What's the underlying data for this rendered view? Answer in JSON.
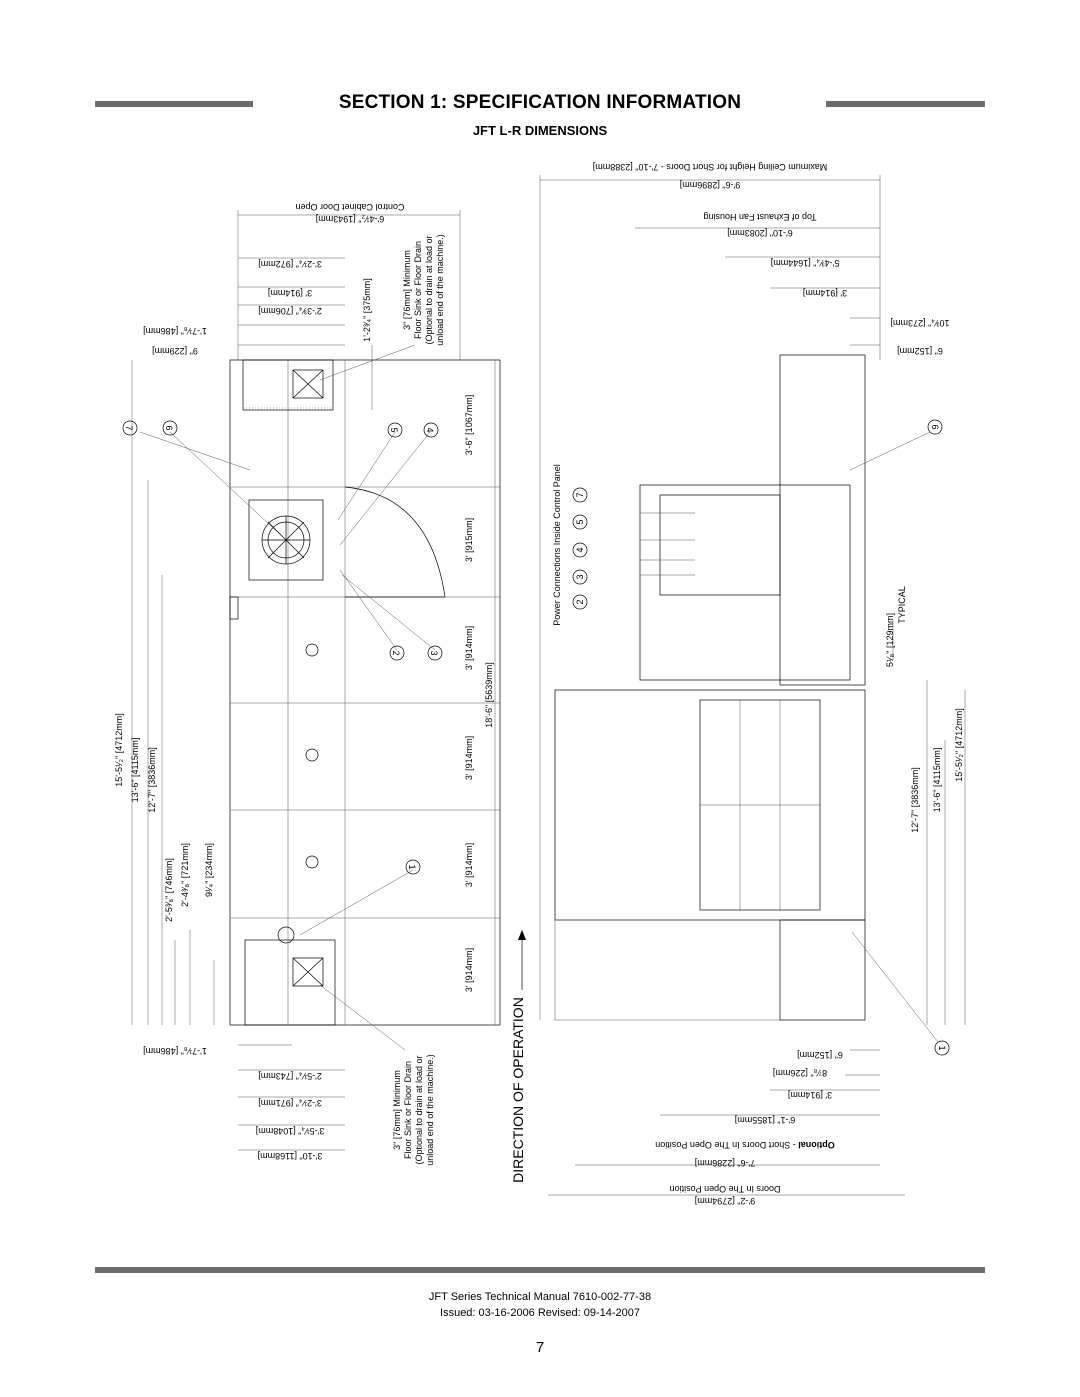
{
  "header": {
    "title": "SECTION 1: SPECIFICATION INFORMATION",
    "subtitle": "JFT L-R DIMENSIONS"
  },
  "left_view": {
    "top_dims": {
      "cabinet_door": "6'-4¹⁄₂\" [1943mm]",
      "cabinet_door_note": "Control Cabinet Door Open",
      "d1": "3'-2¹⁄₄\" [972mm]",
      "d2": "3' [914mm]",
      "d3": "2'-3³⁄₄\" [706mm]",
      "d4": "1'-7¹⁄₈\" [486mm]",
      "d5": "9\" [229mm]",
      "drain_offset": "1'-2³⁄₄\" [375mm]"
    },
    "drain_note": [
      "3\" [76mm] Minimum",
      "Floor Sink or Floor Drain",
      "(Optional to drain at load or",
      "unload end of the machine.)"
    ],
    "section_dims": [
      "3'-6\" [1067mm]",
      "3' [915mm]",
      "3' [914mm]",
      "3' [914mm]",
      "3' [914mm]",
      "3' [914mm]"
    ],
    "overall_length": "18'-6\" [5639mm]",
    "vertical_dims": [
      "15'-5¹⁄₂\" [4712mm]",
      "13'-6\" [4115mm]",
      "12'-7\" [3836mm]",
      "2'-5³⁄₈\" [746mm]",
      "2'-4³⁄₈\" [721mm]",
      "9¹⁄₄\" [234mm]"
    ],
    "bottom_dims": [
      "1'-7¹⁄₈\" [486mm]",
      "2'-5¹⁄₄\" [743mm]",
      "3'-2¹⁄₄\" [971mm]",
      "3'-5¹⁄₄\" [1048mm]",
      "3'-10\" [1168mm]"
    ],
    "callouts": [
      "7",
      "6",
      "5",
      "4",
      "2",
      "3",
      "1"
    ]
  },
  "direction_label": "DIRECTION OF OPERATION",
  "right_view": {
    "top_dims": {
      "ceiling_note": "Maximum Ceiling Height for Short Doors - 7'-10\" [2388mm]",
      "ceiling": "9'-6\" [2896mm]",
      "fan_note": "Top of Exhaust Fan Housing",
      "fan": "6'-10\" [2083mm]",
      "d1": "5'-4³⁄₄\" [1644mm]",
      "d2": "3' [914mm]",
      "d3": "10³⁄₄\" [273mm]",
      "d4": "6\" [152mm]"
    },
    "power_note": "Power Connections Inside Control Panel",
    "power_callouts": [
      "7",
      "5",
      "4",
      "3",
      "2"
    ],
    "typical_dim": "5¹⁄₈\" [129mm]",
    "typical_label": "TYPICAL",
    "vertical_dims": [
      "12'-7\" [3836mm]",
      "13'-6\" [4115mm]",
      "15'-5¹⁄₂\" [4712mm]"
    ],
    "bottom_dims": {
      "d1": "6\" [152mm]",
      "d2": "8⁷⁄₈\" [226mm]",
      "d3": "3' [914mm]",
      "d4": "6'-1\" [1855mm]",
      "optional_label": "Optional",
      "optional_note": " - Short Doors In The Open Position",
      "d5": "7'-6\" [2286mm]",
      "doors_note": "Doors In The Open Position",
      "d6": "9'-2\" [2794mm]"
    },
    "callouts": [
      "6",
      "1"
    ]
  },
  "footer": {
    "line1": "JFT Series Technical Manual 7610-002-77-38",
    "line2": "Issued: 03-16-2006  Revised: 09-14-2007",
    "page": "7"
  }
}
